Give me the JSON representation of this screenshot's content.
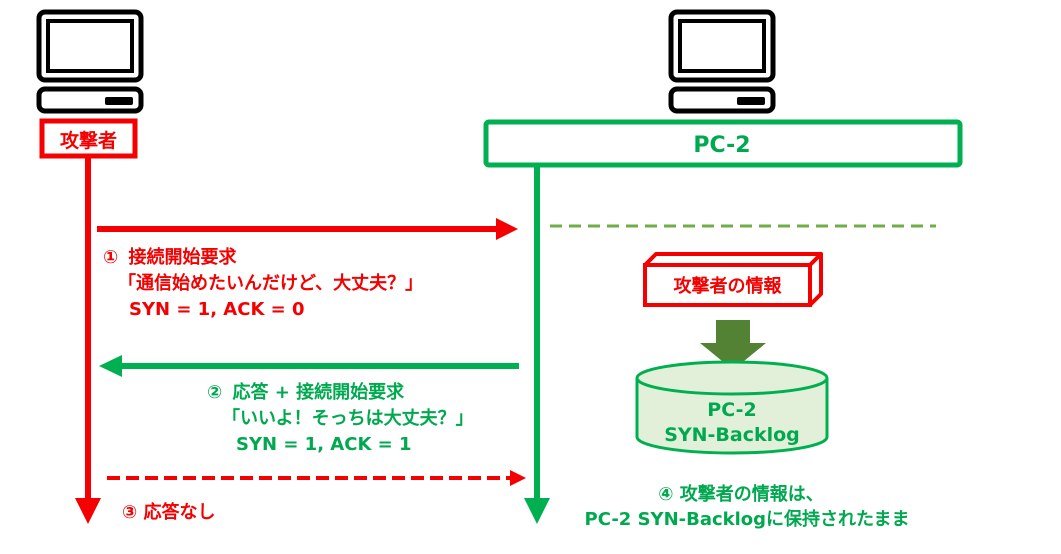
{
  "colors": {
    "attacker": "#f40000",
    "pc2": "#00b050",
    "storage_arrow": "#548235",
    "dashed_line": "#70ad47",
    "backlog_fill": "#e2f0d9",
    "computer_icon": "#000000"
  },
  "attacker": {
    "label": "攻撃者",
    "icon": "computer-icon"
  },
  "pc2": {
    "label": "PC-2",
    "icon": "computer-icon"
  },
  "steps": [
    {
      "number": "①",
      "title": "接続開始要求",
      "quote": "「通信始めたいんだけど、大丈夫？」",
      "flags": "SYN = 1, ACK = 0",
      "direction": "attacker-to-pc2",
      "line": "solid"
    },
    {
      "number": "②",
      "title": "応答 + 接続開始要求",
      "quote": "「いいよ！そっちは大丈夫？」",
      "flags": "SYN = 1, ACK = 1",
      "direction": "pc2-to-attacker",
      "line": "solid"
    },
    {
      "number": "③",
      "title": "応答なし",
      "direction": "attacker-to-pc2",
      "line": "dashed"
    }
  ],
  "storage": {
    "info_box_label": "攻撃者の情報",
    "backlog_line1": "PC-2",
    "backlog_line2": "SYN-Backlog"
  },
  "note": {
    "line1": "④ 攻撃者の情報は、",
    "line2": "PC-2 SYN-Backlogに保持されたまま"
  }
}
